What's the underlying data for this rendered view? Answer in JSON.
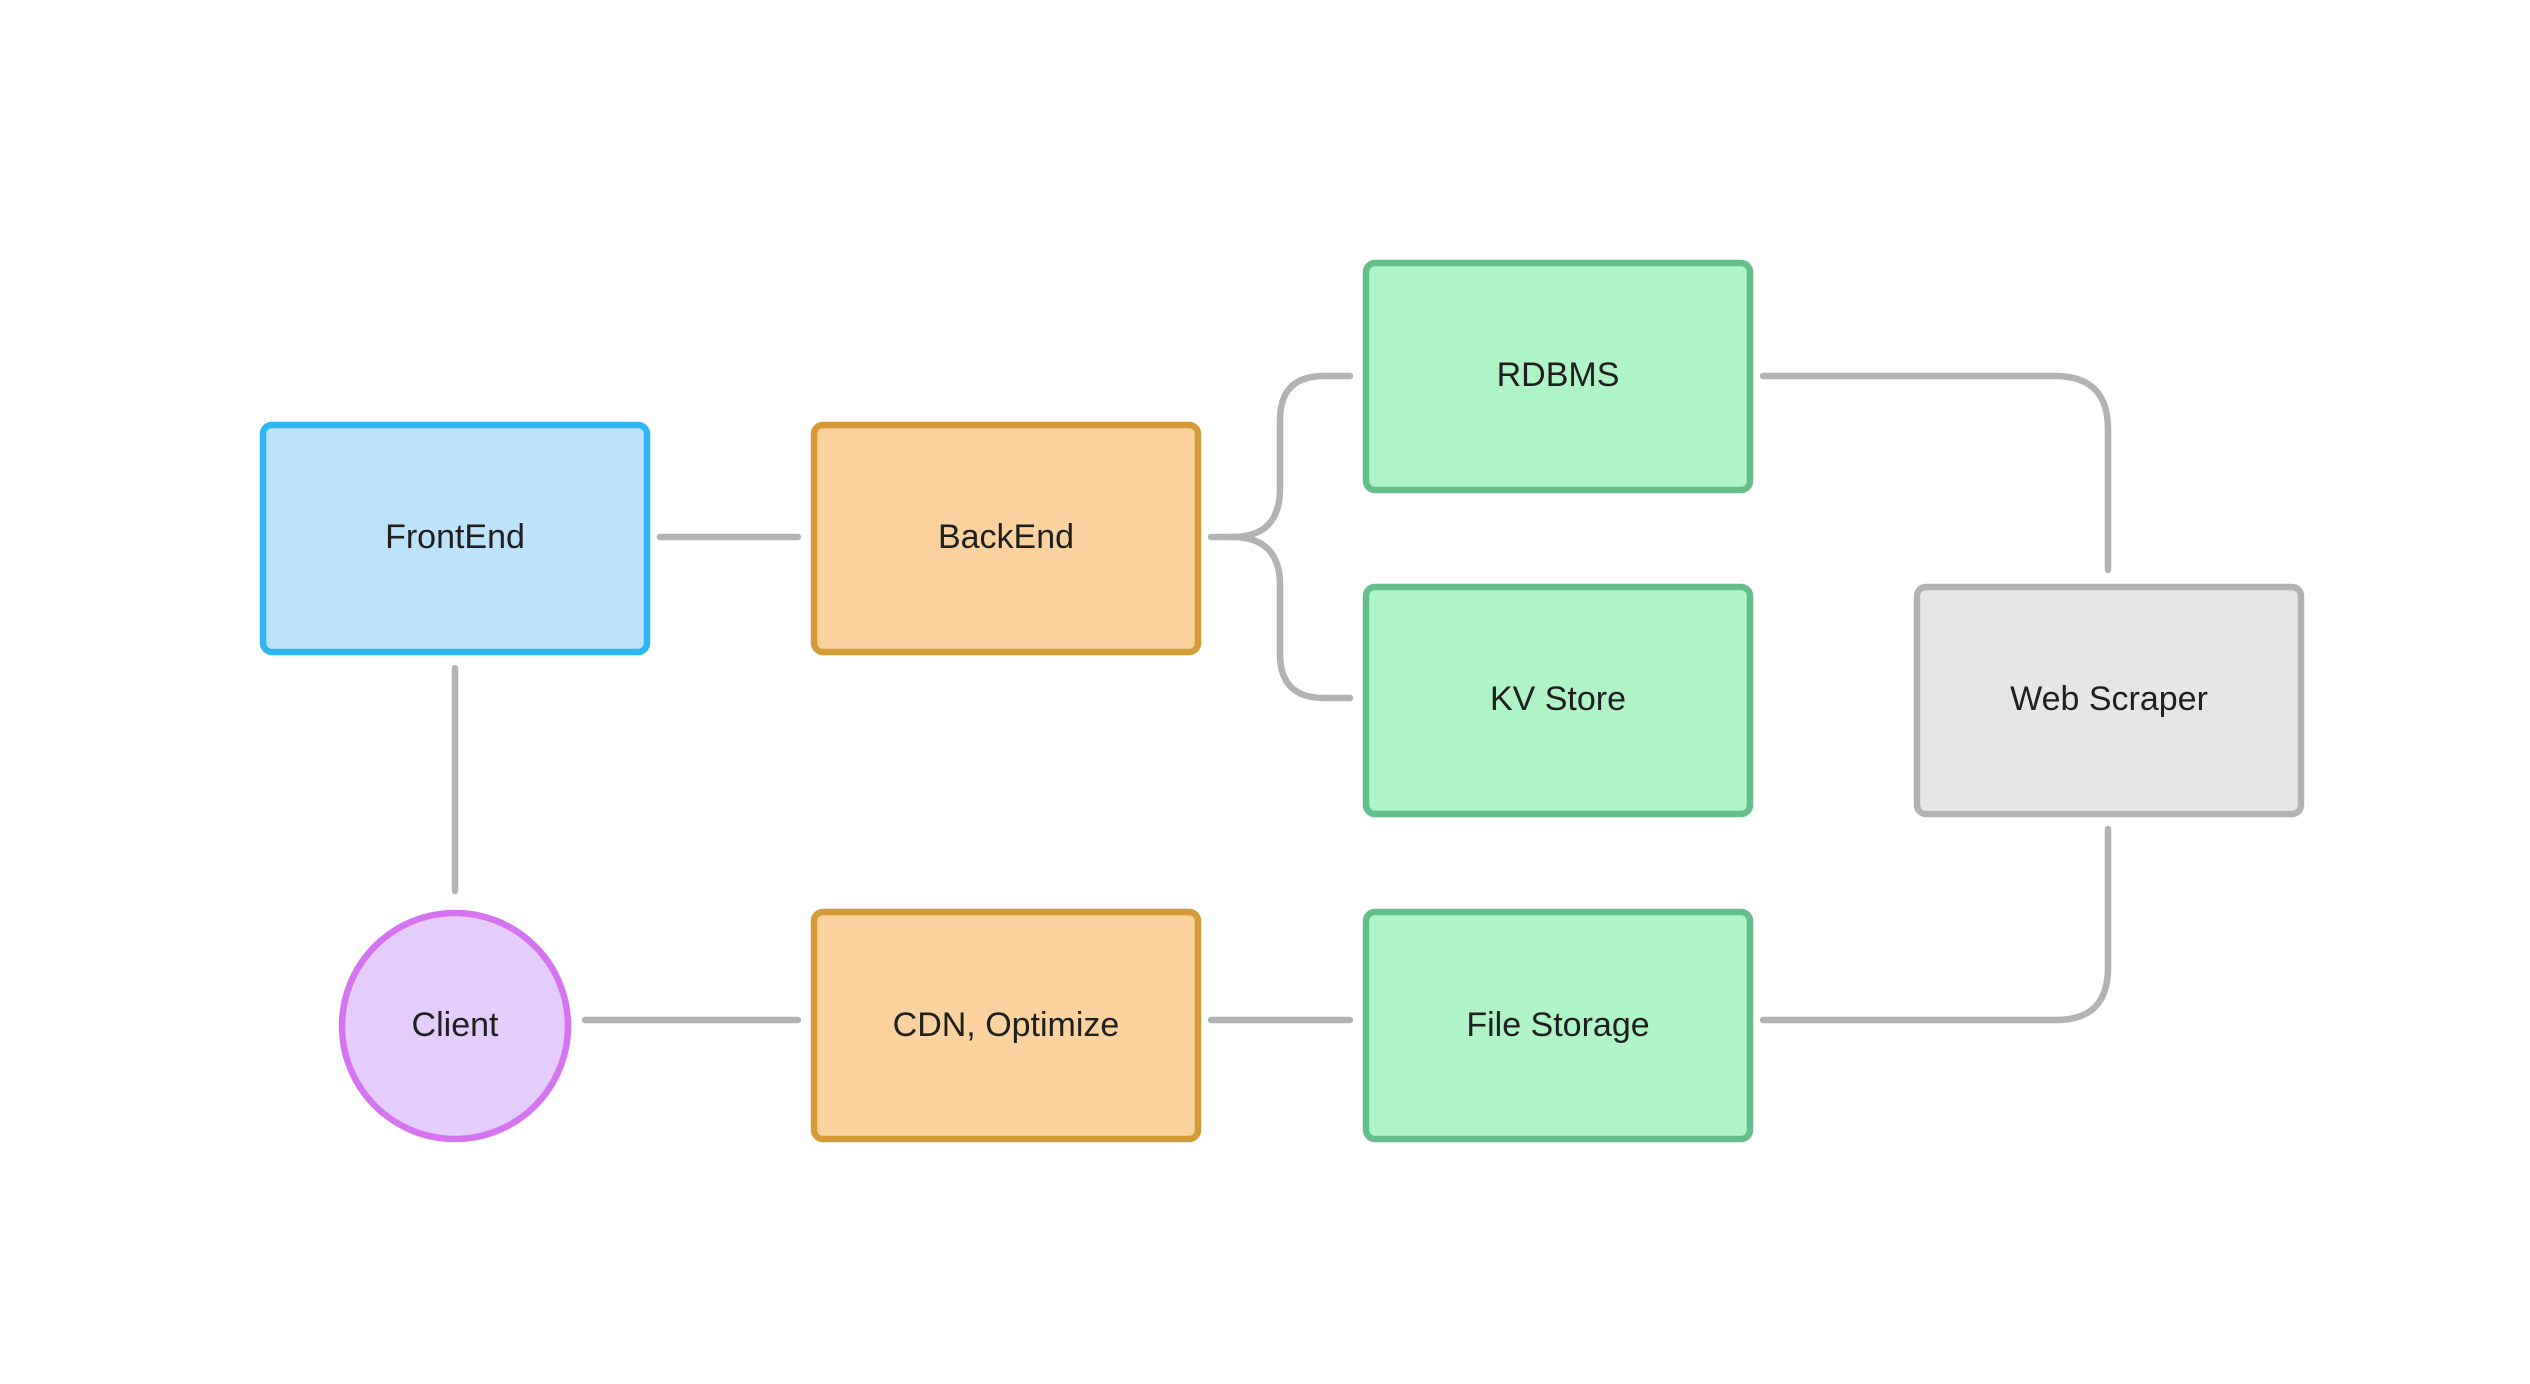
{
  "diagram": {
    "nodes": {
      "frontend": {
        "label": "FrontEnd",
        "shape": "rectangle",
        "fill": "#BDE3FC",
        "stroke": "#2EB5F2"
      },
      "backend": {
        "label": "BackEnd",
        "shape": "rectangle",
        "fill": "#F9D29E",
        "stroke": "#D69B39"
      },
      "rdbms": {
        "label": "RDBMS",
        "shape": "rectangle",
        "fill": "#AFF4C6",
        "stroke": "#64BF8B"
      },
      "kv_store": {
        "label": "KV Store",
        "shape": "rectangle",
        "fill": "#AFF4C6",
        "stroke": "#64BF8B"
      },
      "web_scraper": {
        "label": "Web Scraper",
        "shape": "rectangle",
        "fill": "#E6E6E6",
        "stroke": "#B3B3B3"
      },
      "client": {
        "label": "Client",
        "shape": "circle",
        "fill": "#E4CCFD",
        "stroke": "#D574F0"
      },
      "cdn": {
        "label": "CDN, Optimize",
        "shape": "rectangle",
        "fill": "#F9D29E",
        "stroke": "#D69B39"
      },
      "file_storage": {
        "label": "File Storage",
        "shape": "rectangle",
        "fill": "#AFF4C6",
        "stroke": "#64BF8B"
      }
    },
    "connector_color": "#B3B3B3",
    "edges": [
      {
        "from": "frontend",
        "to": "backend"
      },
      {
        "from": "backend",
        "to": "rdbms"
      },
      {
        "from": "backend",
        "to": "kv_store"
      },
      {
        "from": "rdbms",
        "to": "web_scraper"
      },
      {
        "from": "web_scraper",
        "to": "file_storage"
      },
      {
        "from": "frontend",
        "to": "client"
      },
      {
        "from": "client",
        "to": "cdn"
      },
      {
        "from": "cdn",
        "to": "file_storage"
      }
    ]
  }
}
